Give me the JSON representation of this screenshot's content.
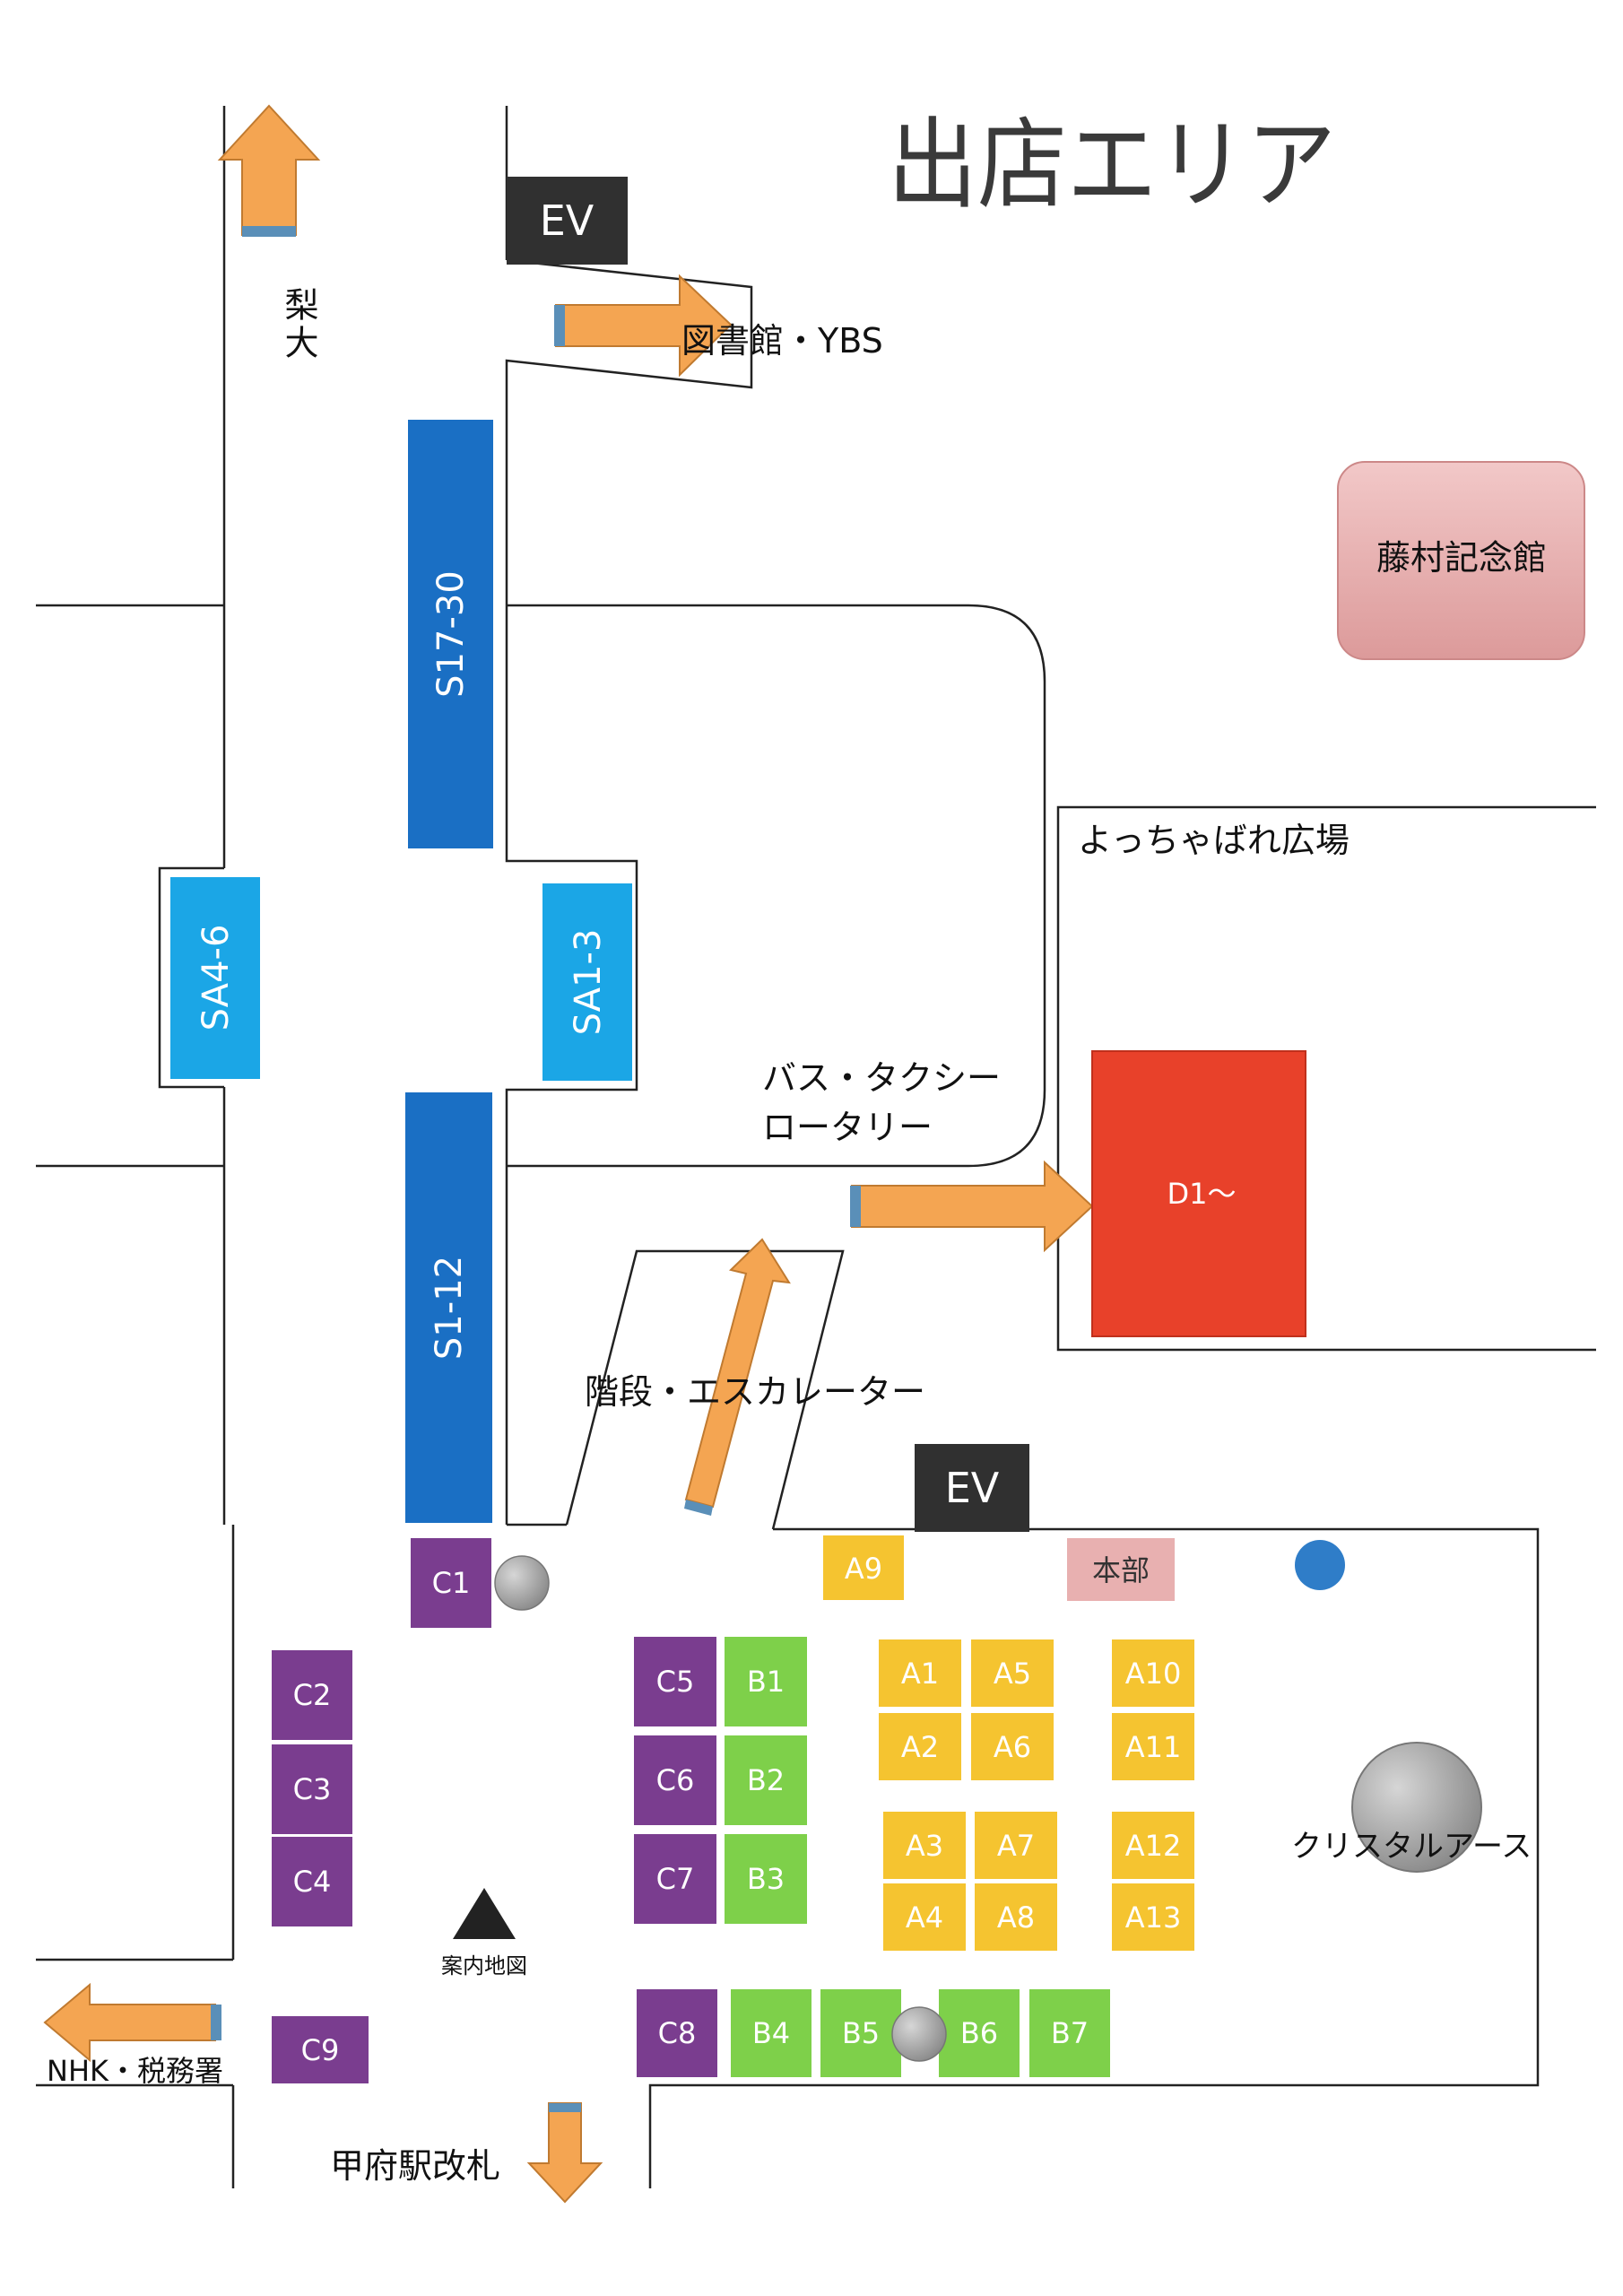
{
  "title": "出店エリア",
  "colors": {
    "purple": "#7a3d8f",
    "green": "#7ed04a",
    "yellow": "#f5c430",
    "blue_dark": "#1a6fc4",
    "blue_light": "#1ba6e6",
    "red": "#e8412a",
    "pink": "#e8b0b0",
    "orange_arrow": "#f4a552",
    "ev_black": "#303030",
    "circle_gray": "#999999",
    "circle_blue": "#2f7dc8"
  },
  "elevators": {
    "top": "EV",
    "bottom": "EV"
  },
  "places": {
    "rida": "梨大",
    "library": "図書館・YBS",
    "fujimura": "藤村記念館",
    "yocchabare": "よっちゃばれ広場",
    "bus_taxi_line1": "バス・タクシー",
    "bus_taxi_line2": "ロータリー",
    "stairs": "階段・エスカレーター",
    "honbu": "本部",
    "crystal": "クリスタルアース",
    "info_map": "案内地図",
    "nhk": "NHK・税務署",
    "kofu_station": "甲府駅改札"
  },
  "zones": {
    "s17_30": "S17-30",
    "s1_12": "S1-12",
    "sa4_6": "SA4-6",
    "sa1_3": "SA1-3",
    "d1": "D1～"
  },
  "stalls": {
    "c1": "C1",
    "c2": "C2",
    "c3": "C3",
    "c4": "C4",
    "c5": "C5",
    "c6": "C6",
    "c7": "C7",
    "c8": "C8",
    "c9": "C9",
    "b1": "B1",
    "b2": "B2",
    "b3": "B3",
    "b4": "B4",
    "b5": "B5",
    "b6": "B6",
    "b7": "B7",
    "a1": "A1",
    "a2": "A2",
    "a3": "A3",
    "a4": "A4",
    "a5": "A5",
    "a6": "A6",
    "a7": "A7",
    "a8": "A8",
    "a9": "A9",
    "a10": "A10",
    "a11": "A11",
    "a12": "A12",
    "a13": "A13"
  }
}
